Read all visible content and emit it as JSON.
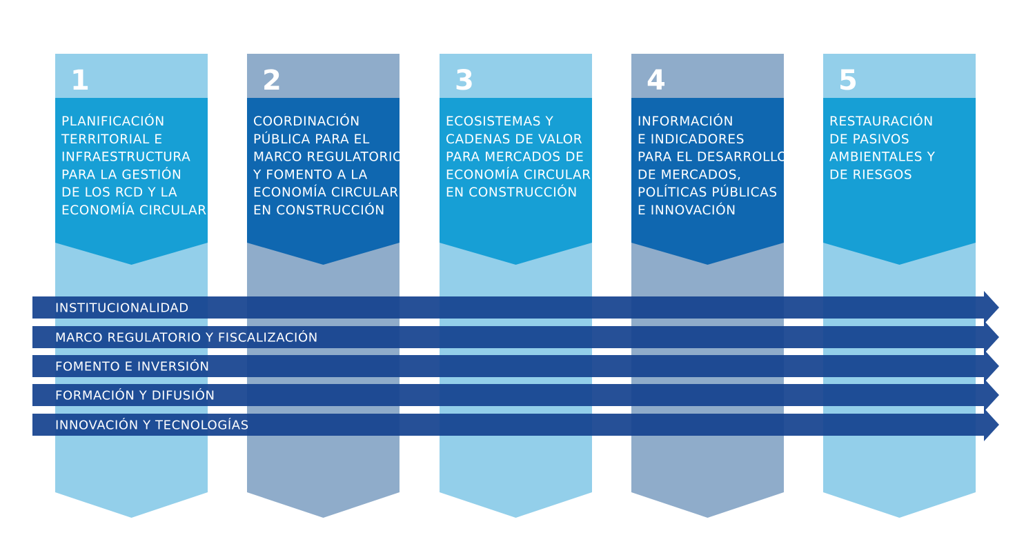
{
  "columns": [
    {
      "number": "1",
      "lines": [
        "PLANIFICACIÓN",
        "TERRITORIAL E",
        "INFRAESTRUCTURA",
        "PARA LA GESTIÓN",
        "DE LOS RCD Y LA",
        "ECONOMÍA CIRCULAR"
      ]
    },
    {
      "number": "2",
      "lines": [
        "COORDINACIÓN",
        "PÚBLICA PARA EL",
        "MARCO REGULATORIO",
        "Y FOMENTO A LA",
        "ECONOMÍA CIRCULAR",
        "EN CONSTRUCCIÓN"
      ]
    },
    {
      "number": "3",
      "lines": [
        "ECOSISTEMAS Y",
        "CADENAS DE VALOR",
        "PARA MERCADOS DE",
        "ECONOMÍA CIRCULAR",
        "EN CONSTRUCCIÓN"
      ]
    },
    {
      "number": "4",
      "lines": [
        "INFORMACIÓN",
        "E INDICADORES",
        "PARA EL DESARROLLO",
        "DE MERCADOS,",
        "POLÍTICAS PÚBLICAS",
        "E INNOVACIÓN"
      ]
    },
    {
      "number": "5",
      "lines": [
        "RESTAURACIÓN",
        "DE PASIVOS",
        "AMBIENTALES Y",
        "DE RIESGOS"
      ]
    }
  ],
  "bands": [
    "INSTITUCIONALIDAD",
    "MARCO REGULATORIO Y FISCALIZACIÓN",
    "FOMENTO E INVERSIÓN",
    "FORMACIÓN Y DIFUSIÓN",
    "INNOVACIÓN Y TECNOLOGÍAS"
  ],
  "colors": {
    "light_column": "#93cfea",
    "light_head": "#179fd5",
    "dark_column": "#8facca",
    "dark_head": "#0f67b0",
    "band": "#15438f"
  }
}
